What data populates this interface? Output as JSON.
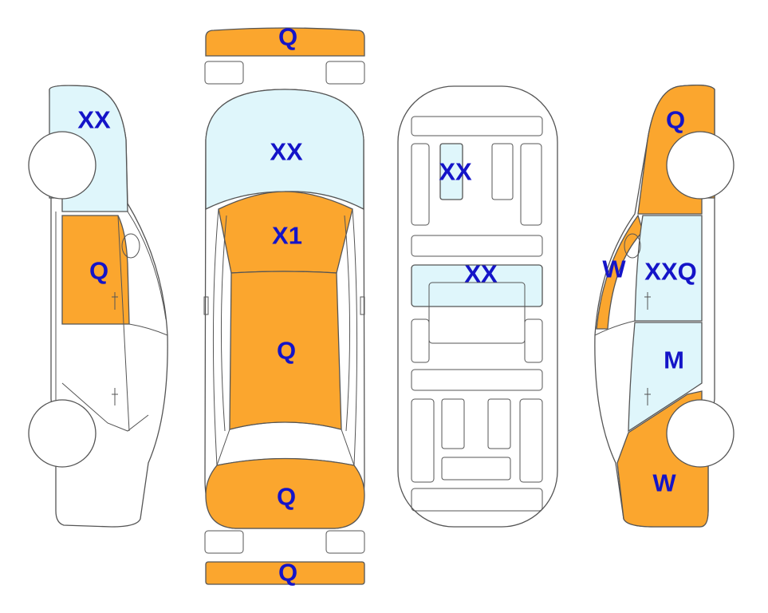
{
  "colors": {
    "damage_orange": "#FBA62E",
    "scratch_blue": "#DFF6FB",
    "plain": "#FFFFFF",
    "outline": "#555555",
    "code_text": "#1414C8"
  },
  "panels": {
    "front_bumper": {
      "code": "Q"
    },
    "rear_bumper": {
      "code": "Q"
    },
    "windshield": {
      "code": "XX"
    },
    "hood": {
      "code": "X1"
    },
    "roof": {
      "code": "Q"
    },
    "trunk": {
      "code": "Q"
    },
    "floor_front": {
      "code": "XX"
    },
    "floor_mid": {
      "code": "XX"
    },
    "left_front_fender": {
      "code": "XX"
    },
    "left_front_door": {
      "code": "Q"
    },
    "right_rear_quarter": {
      "code": "Q"
    },
    "right_rear_door": {
      "code": "XXQ"
    },
    "right_pillar": {
      "code": "W"
    },
    "right_front_door": {
      "code": "M"
    },
    "right_front_fender": {
      "code": "W"
    }
  }
}
